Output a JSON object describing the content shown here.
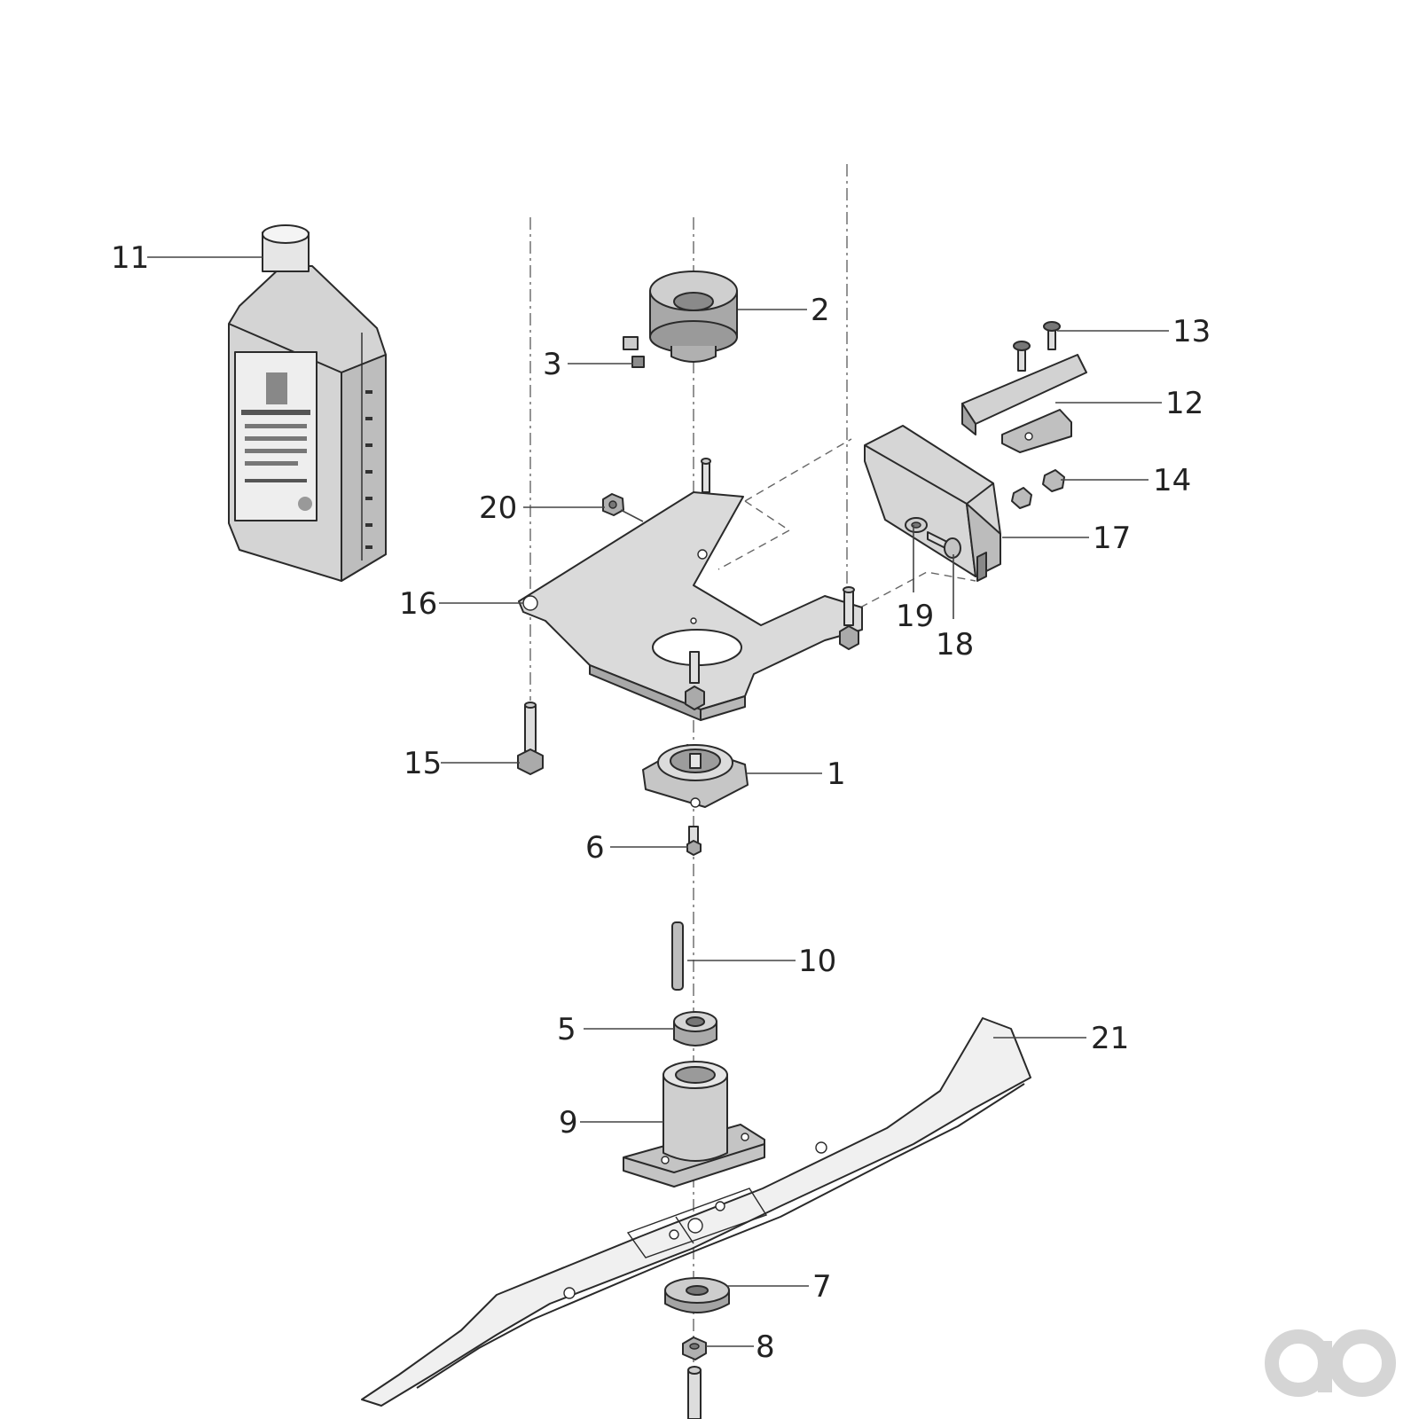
{
  "colors": {
    "metal_light": "#e2e2e2",
    "metal_mid": "#c8c8c8",
    "metal_dark": "#9a9a9a",
    "blade": "#f2f2f2",
    "watermark": "#d5d5d5"
  },
  "callouts": {
    "c1": "1",
    "c2": "2",
    "c3": "3",
    "c5": "5",
    "c6": "6",
    "c7": "7",
    "c8": "8",
    "c9": "9",
    "c10": "10",
    "c11": "11",
    "c12": "12",
    "c13": "13",
    "c14": "14",
    "c15": "15",
    "c16": "16",
    "c17": "17",
    "c18": "18",
    "c19": "19",
    "c20": "20",
    "c21": "21"
  },
  "icons": {
    "watermark": "ao-logo-icon",
    "bottle": "oil-bottle-icon"
  }
}
